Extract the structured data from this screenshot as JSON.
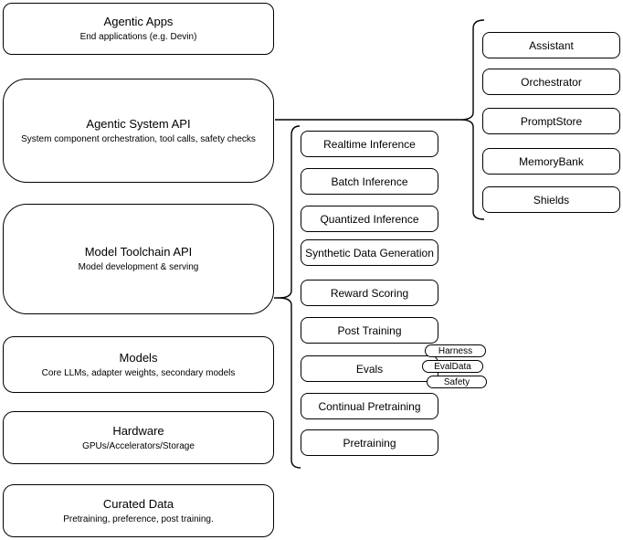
{
  "diagram": {
    "stack": [
      {
        "title": "Agentic Apps",
        "subtitle": "End applications (e.g. Devin)"
      },
      {
        "title": "Agentic System API",
        "subtitle": "System component orchestration, tool calls, safety checks"
      },
      {
        "title": "Model Toolchain API",
        "subtitle": "Model development & serving"
      },
      {
        "title": "Models",
        "subtitle": "Core LLMs, adapter weights, secondary models"
      },
      {
        "title": "Hardware",
        "subtitle": "GPUs/Accelerators/Storage"
      },
      {
        "title": "Curated Data",
        "subtitle": "Pretraining, preference, post training."
      }
    ],
    "toolchain_services": [
      "Realtime Inference",
      "Batch Inference",
      "Quantized Inference",
      "Synthetic Data Generation",
      "Reward Scoring",
      "Post Training",
      "Evals",
      "Continual Pretraining",
      "Pretraining"
    ],
    "eval_badges": [
      "Harness",
      "EvalData",
      "Safety"
    ],
    "system_components": [
      "Assistant",
      "Orchestrator",
      "PromptStore",
      "MemoryBank",
      "Shields"
    ]
  },
  "colors": {
    "stroke": "#000000",
    "background": "#ffffff",
    "text": "#000000"
  }
}
